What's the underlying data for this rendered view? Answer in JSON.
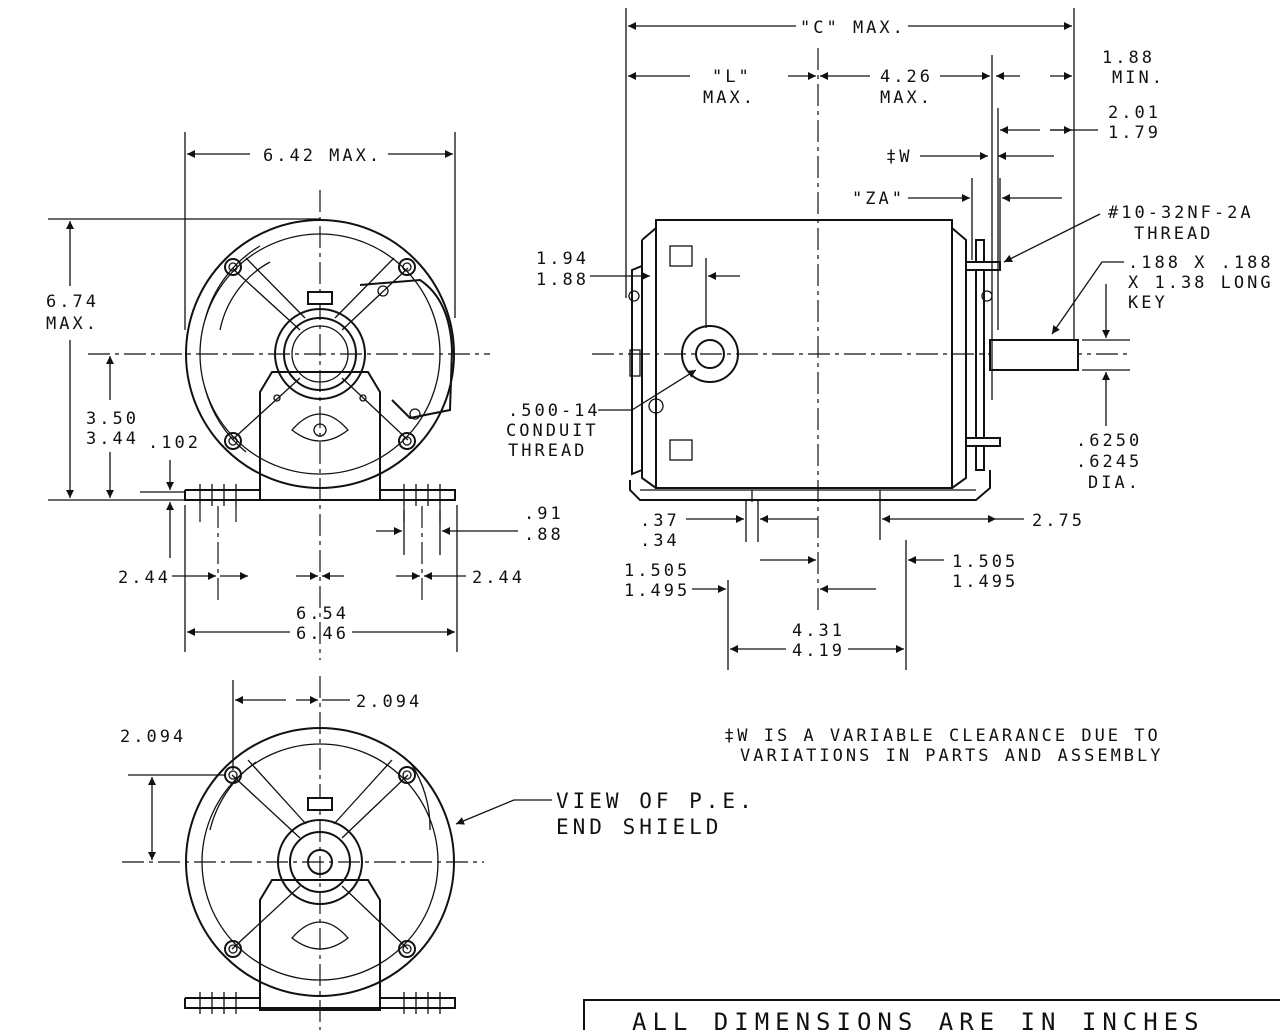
{
  "front_view": {
    "width_max": "6.42 MAX.",
    "height_max_1": "6.74",
    "height_max_2": "MAX.",
    "center_height_1": "3.50",
    "center_height_2": "3.44",
    "foot_thickness": ".102",
    "slot_width_1": ".91",
    "slot_width_2": ".88",
    "half_spacing_left": "2.44",
    "half_spacing_right": "2.44",
    "base_width_1": "6.54",
    "base_width_2": "6.46"
  },
  "side_view": {
    "c_max": "\"C\" MAX.",
    "l_max_1": "\"L\"",
    "l_max_2": "MAX.",
    "dim_426_1": "4.26",
    "dim_426_2": "MAX.",
    "shaft_min_1": "1.88",
    "shaft_min_2": "MIN.",
    "dim_201_1": "2.01",
    "dim_201_2": "1.79",
    "w_label": "‡W",
    "za_label": "\"ZA\"",
    "thread_1": "#10-32NF-2A",
    "thread_2": "THREAD",
    "key_1": ".188 X .188",
    "key_2": "X 1.38 LONG",
    "key_3": "KEY",
    "dim_194_1": "1.94",
    "dim_194_2": "1.88",
    "conduit_1": ".500-14",
    "conduit_2": "CONDUIT",
    "conduit_3": "THREAD",
    "shaft_dia_1": ".6250",
    "shaft_dia_2": ".6245",
    "shaft_dia_3": "DIA.",
    "dim_037_1": ".37",
    "dim_037_2": ".34",
    "dim_275": "2.75",
    "dim_1505_left_1": "1.505",
    "dim_1505_left_2": "1.495",
    "dim_1505_right_1": "1.505",
    "dim_1505_right_2": "1.495",
    "dim_431_1": "4.31",
    "dim_431_2": "4.19"
  },
  "pe_view": {
    "dim_h": "2.094",
    "dim_v": "2.094",
    "label_1": "VIEW OF P.E.",
    "label_2": "END SHIELD"
  },
  "notes": {
    "w_note_1": "‡W IS A VARIABLE CLEARANCE DUE TO",
    "w_note_2": "VARIATIONS IN PARTS AND ASSEMBLY",
    "units": "ALL DIMENSIONS ARE IN INCHES"
  }
}
